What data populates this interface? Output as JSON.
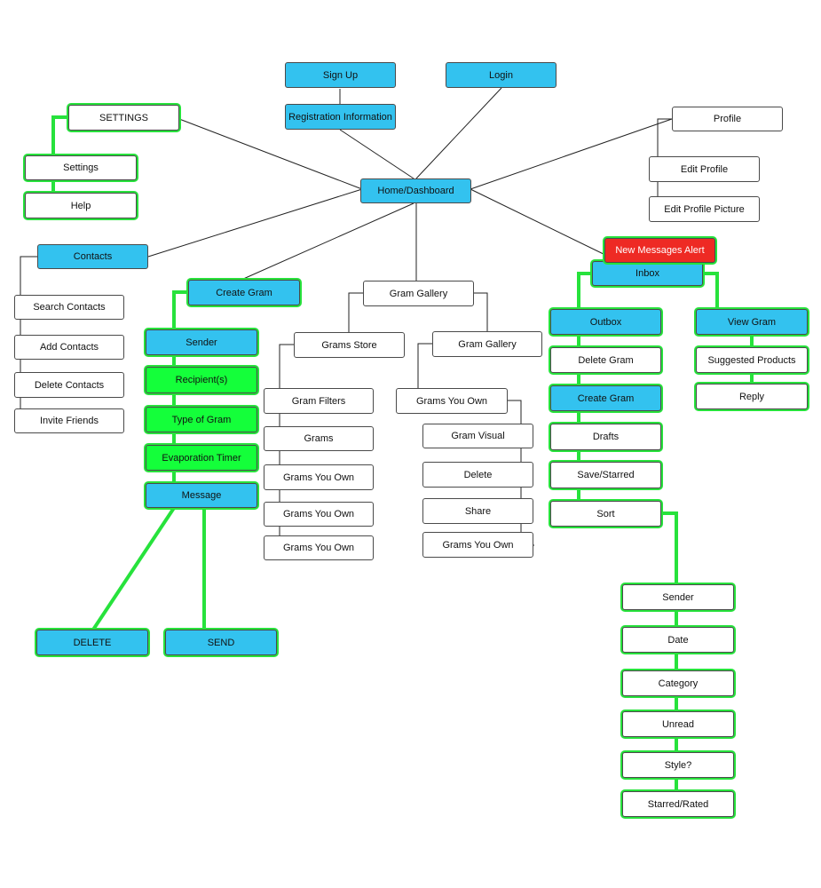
{
  "palette": {
    "blue": "#33c2ef",
    "green": "#14ff3a",
    "red": "#ee2a24",
    "highlight_edge": "#27e23c",
    "edge": "#222222"
  },
  "nodes": {
    "sign_up": "Sign Up",
    "login": "Login",
    "registration_information": "Registration Information",
    "home_dashboard": "Home/Dashboard",
    "settings_group": "SETTINGS",
    "settings": "Settings",
    "help": "Help",
    "profile": "Profile",
    "edit_profile": "Edit Profile",
    "edit_profile_picture": "Edit Profile Picture",
    "contacts": "Contacts",
    "search_contacts": "Search Contacts",
    "add_contacts": "Add Contacts",
    "delete_contacts": "Delete Contacts",
    "invite_friends": "Invite Friends",
    "create_gram": "Create Gram",
    "sender": "Sender",
    "recipients": "Recipient(s)",
    "type_of_gram": "Type of Gram",
    "evaporation_timer": "Evaporation Timer",
    "message": "Message",
    "delete": "DELETE",
    "send": "SEND",
    "gram_gallery_top": "Gram Gallery",
    "grams_store": "Grams Store",
    "gram_filters": "Gram Filters",
    "grams": "Grams",
    "store_grams_you_own_1": "Grams You Own",
    "store_grams_you_own_2": "Grams You Own",
    "store_grams_you_own_3": "Grams You Own",
    "gram_gallery_sub": "Gram Gallery",
    "gallery_grams_you_own": "Grams You Own",
    "gram_visual": "Gram Visual",
    "gallery_delete": "Delete",
    "share": "Share",
    "gallery_grams_you_own_2": "Grams You Own",
    "new_messages_alert": "New Messages Alert",
    "inbox": "Inbox",
    "outbox": "Outbox",
    "delete_gram": "Delete Gram",
    "inbox_create_gram": "Create Gram",
    "drafts": "Drafts",
    "save_starred": "Save/Starred",
    "sort": "Sort",
    "view_gram": "View Gram",
    "suggested_products": "Suggested Products",
    "reply": "Reply",
    "sort_sender": "Sender",
    "sort_date": "Date",
    "sort_category": "Category",
    "sort_unread": "Unread",
    "sort_style": "Style?",
    "sort_starred_rated": "Starred/Rated"
  }
}
